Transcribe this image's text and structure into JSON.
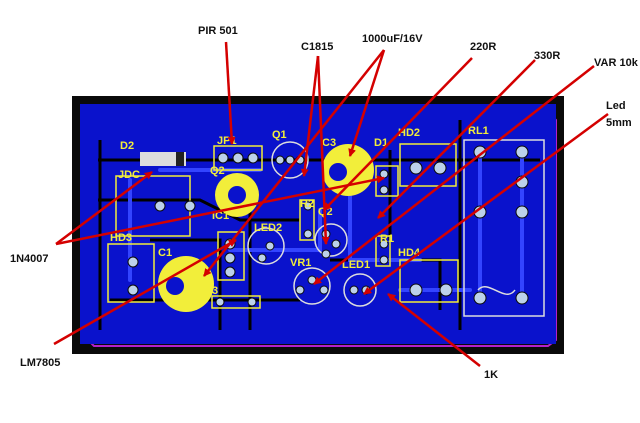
{
  "callouts": {
    "pir": "PIR 501",
    "c1815": "C1815",
    "cap": "1000uF/16V",
    "r220": "220R",
    "r330": "330R",
    "var": "VAR 10k",
    "led_line1": "Led",
    "led_line2": "5mm",
    "diode": "1N4007",
    "reg": "LM7805",
    "r1k": "1K"
  },
  "silkscreen": {
    "d2": "D2",
    "jp1": "JP1",
    "q1": "Q1",
    "c3": "C3",
    "d1": "D1",
    "hd2": "HD2",
    "rl1": "RL1",
    "jdc": "JDC",
    "q2a": "Q2",
    "ic1": "IC1",
    "r2": "R2",
    "q2b": "Q2",
    "hd3": "HD3",
    "c1": "C1",
    "led2": "LED2",
    "r1": "R1",
    "hd4": "HD4",
    "vr1": "VR1",
    "led1": "LED1",
    "r3": "R3"
  },
  "colors": {
    "board": "#0a12cc",
    "copper_fill": "#0a0a0a",
    "trace": "#0a12cc",
    "silk": "#f2ee3a",
    "pad": "#bcd1ea",
    "arrow": "#d40000",
    "outline": "#b321c9"
  }
}
